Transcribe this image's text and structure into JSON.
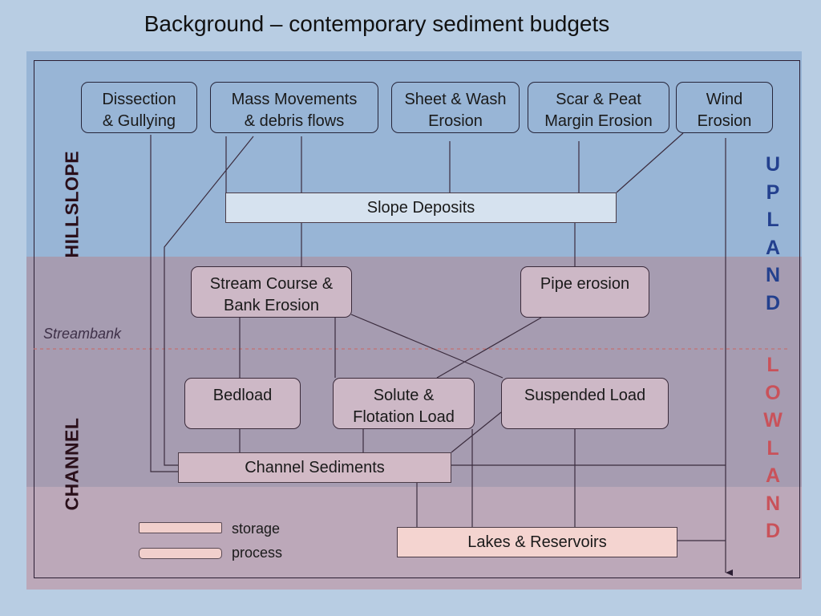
{
  "title": "Background – contemporary sediment budgets",
  "zones": {
    "hillslope": "HILLSLOPE",
    "channel": "CHANNEL",
    "streambank": "Streambank",
    "upland": "UPLAND",
    "lowland": "LOWLAND"
  },
  "processes": {
    "dissection": "Dissection\n& Gullying",
    "mass_movements": "Mass Movements\n& debris flows",
    "sheet_wash": "Sheet & Wash\nErosion",
    "scar_peat": "Scar & Peat\nMargin Erosion",
    "wind": "Wind\nErosion",
    "stream_course": "Stream Course &\nBank Erosion",
    "pipe": "Pipe erosion",
    "bedload": "Bedload",
    "solute": "Solute &\nFlotation Load",
    "suspended": "Suspended Load"
  },
  "stores": {
    "slope_deposits": "Slope Deposits",
    "channel_sediments": "Channel Sediments",
    "lakes": "Lakes & Reservoirs"
  },
  "legend": {
    "storage": "storage",
    "process": "process"
  },
  "colors": {
    "hillslope_band": "#98b5d6",
    "channel_band": "#a69cb1",
    "lowland_band": "#bca8b9",
    "upland_text": "#23408e",
    "lowland_text": "#c9525a",
    "streambank_line": "#c27070"
  }
}
